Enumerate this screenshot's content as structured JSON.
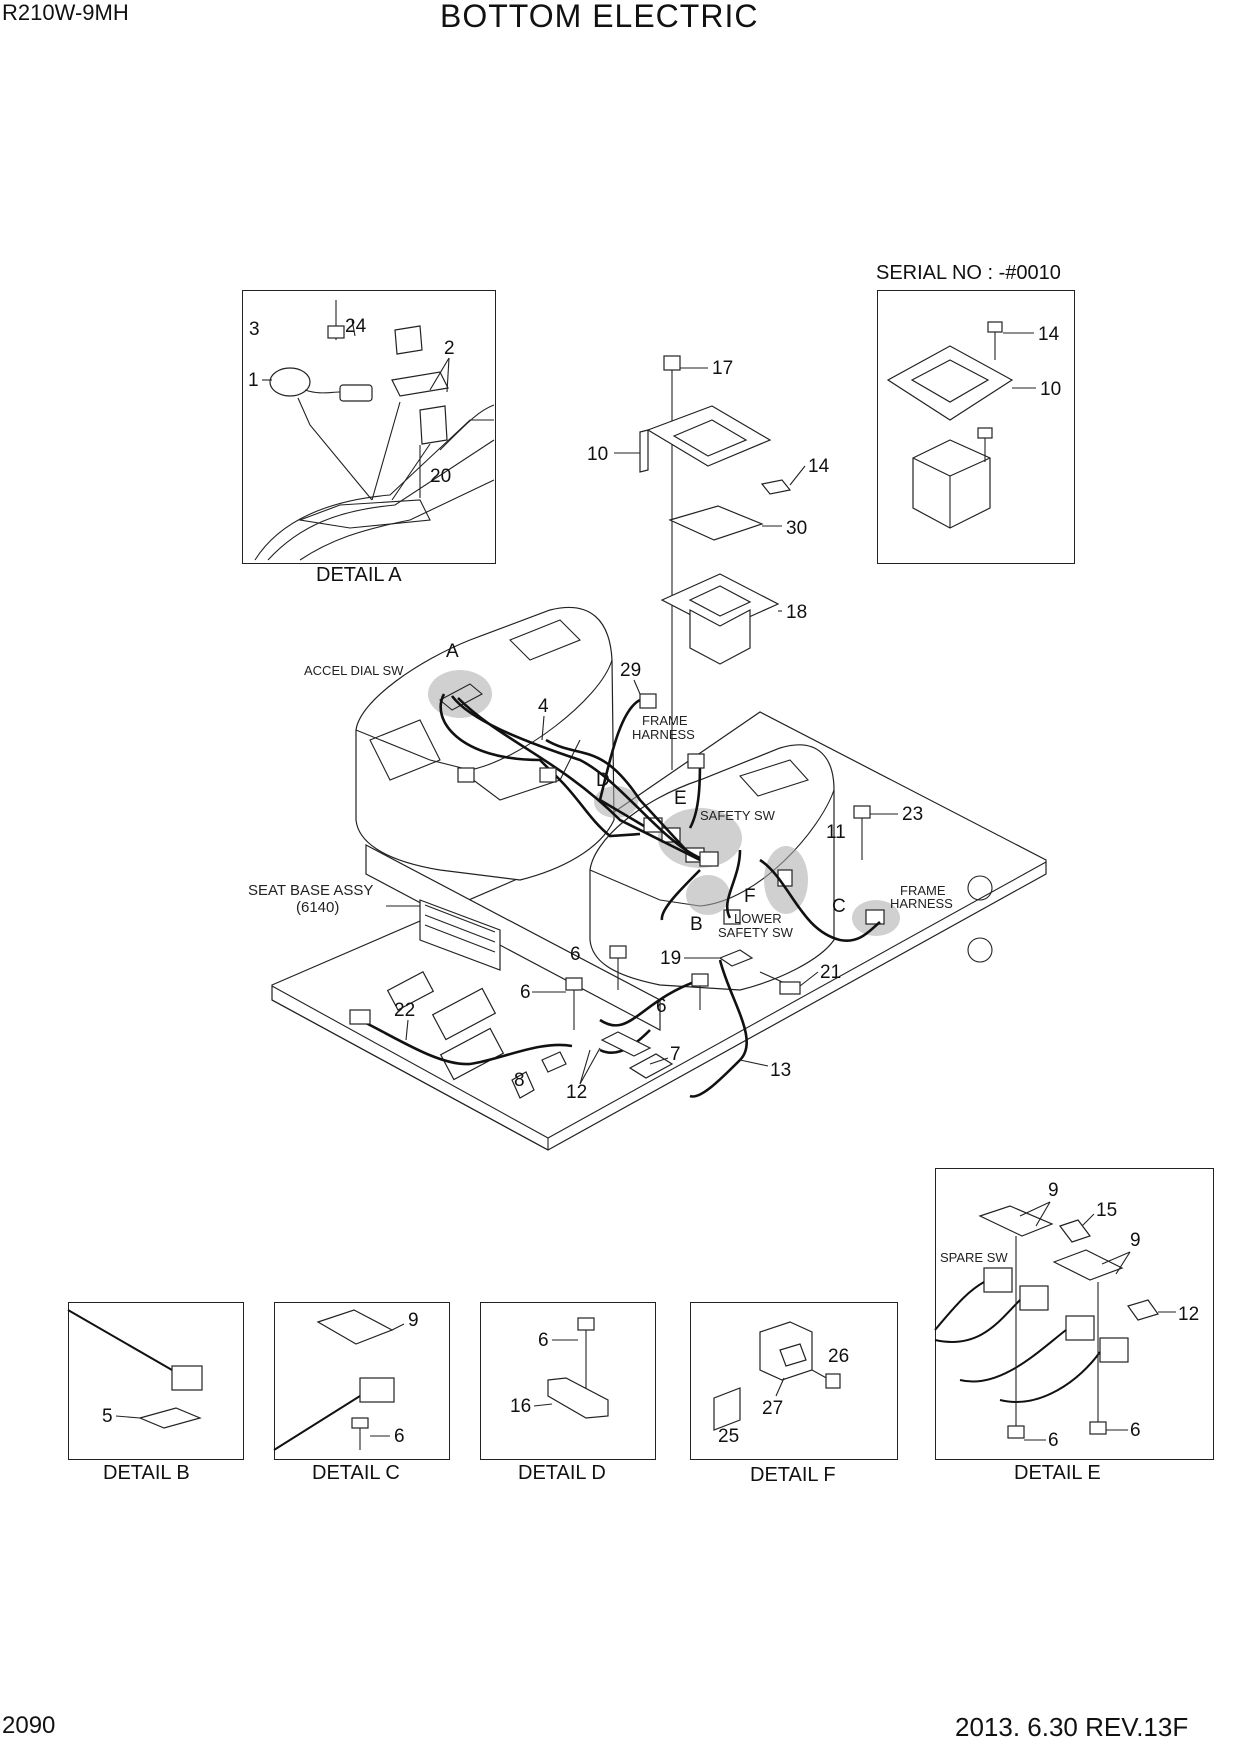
{
  "header": {
    "model": "R210W-9MH",
    "title": "BOTTOM ELECTRIC"
  },
  "footer": {
    "page_number": "2090",
    "revision": "2013. 6.30  REV.13F"
  },
  "serial_note": "SERIAL NO : -#0010",
  "details": {
    "a": "DETAIL A",
    "b": "DETAIL B",
    "c": "DETAIL C",
    "d": "DETAIL D",
    "e": "DETAIL E",
    "f": "DETAIL F"
  },
  "callouts": {
    "accel_dial_sw": "ACCEL DIAL SW",
    "frame_harness_1": "FRAME",
    "frame_harness_2": "HARNESS",
    "safety_sw": "SAFETY SW",
    "lower_safety_sw_1": "LOWER",
    "lower_safety_sw_2": "SAFETY SW",
    "seat_base_assy": "SEAT BASE ASSY",
    "seat_base_ref": "(6140)",
    "spare_sw": "SPARE SW"
  },
  "detail_markers": [
    "A",
    "B",
    "C",
    "D",
    "E",
    "F"
  ],
  "part_numbers": [
    "1",
    "2",
    "3",
    "4",
    "5",
    "6",
    "7",
    "8",
    "9",
    "10",
    "11",
    "12",
    "13",
    "14",
    "15",
    "16",
    "17",
    "18",
    "19",
    "20",
    "21",
    "22",
    "23",
    "24",
    "25",
    "26",
    "27",
    "29",
    "30"
  ]
}
